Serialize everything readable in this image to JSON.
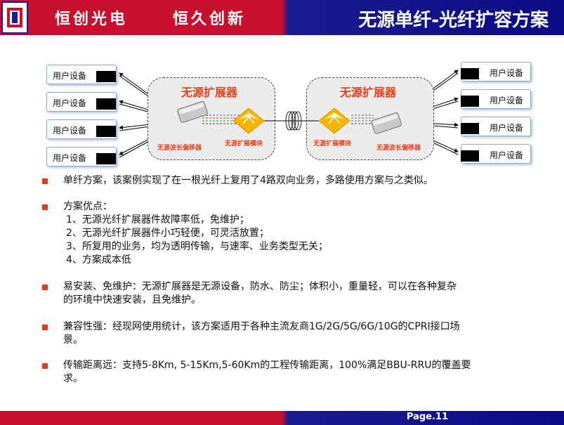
{
  "header": {
    "brand_left": "恒创光电",
    "brand_slogan": "恒久创新",
    "slide_title": "无源单纤-光纤扩容方案"
  },
  "diagram": {
    "user_device_label": "用户设备",
    "left_users": [
      "用户设备",
      "用户设备",
      "用户设备",
      "用户设备"
    ],
    "right_users": [
      "用户设备",
      "用户设备",
      "用户设备",
      "用户设备"
    ],
    "left_expander_title": "无源扩展器",
    "right_expander_title": "无源扩展器",
    "left_wavelength_label": "无源波长偏移器",
    "left_module_label": "无源扩展模块",
    "right_module_label": "无源扩展模块",
    "right_wavelength_label": "无源波长偏移器"
  },
  "bullets": [
    {
      "lines": [
        "单纤方案，该案例实现了在一根光纤上复用了4路双向业务，多路使用方案与之类似。"
      ]
    },
    {
      "lines": [
        "方案优点：",
        "1、无源光纤扩展器件故障率低，免维护；",
        "2、无源光纤扩展器件小巧轻便，可灵活放置；",
        "3、所复用的业务，均为透明传输，与速率、业务类型无关；",
        "4、方案成本低"
      ]
    },
    {
      "lines": [
        "易安装、免维护：无源扩展器是无源设备，防水、防尘；体积小，重量轻，可以在各种复杂",
        "的环境中快速安装，且免维护。"
      ]
    },
    {
      "lines": [
        "兼容性强：经现网使用统计，该方案适用于各种主流友商1G/2G/5G/6G/10G的CPRI接口场",
        "景。"
      ]
    },
    {
      "lines": [
        "传输距离远：支持5-8Km, 5-15Km,5-60Km的工程传输距离，100%满足BBU-RRU的覆盖要",
        "求。"
      ]
    }
  ],
  "footer": {
    "page_label": "Page.11"
  },
  "colors": {
    "header_red": "#c8102e",
    "header_blue": "#0a0a86",
    "bullet_red": "#e13b1a",
    "expander_title": "#e8401c"
  }
}
